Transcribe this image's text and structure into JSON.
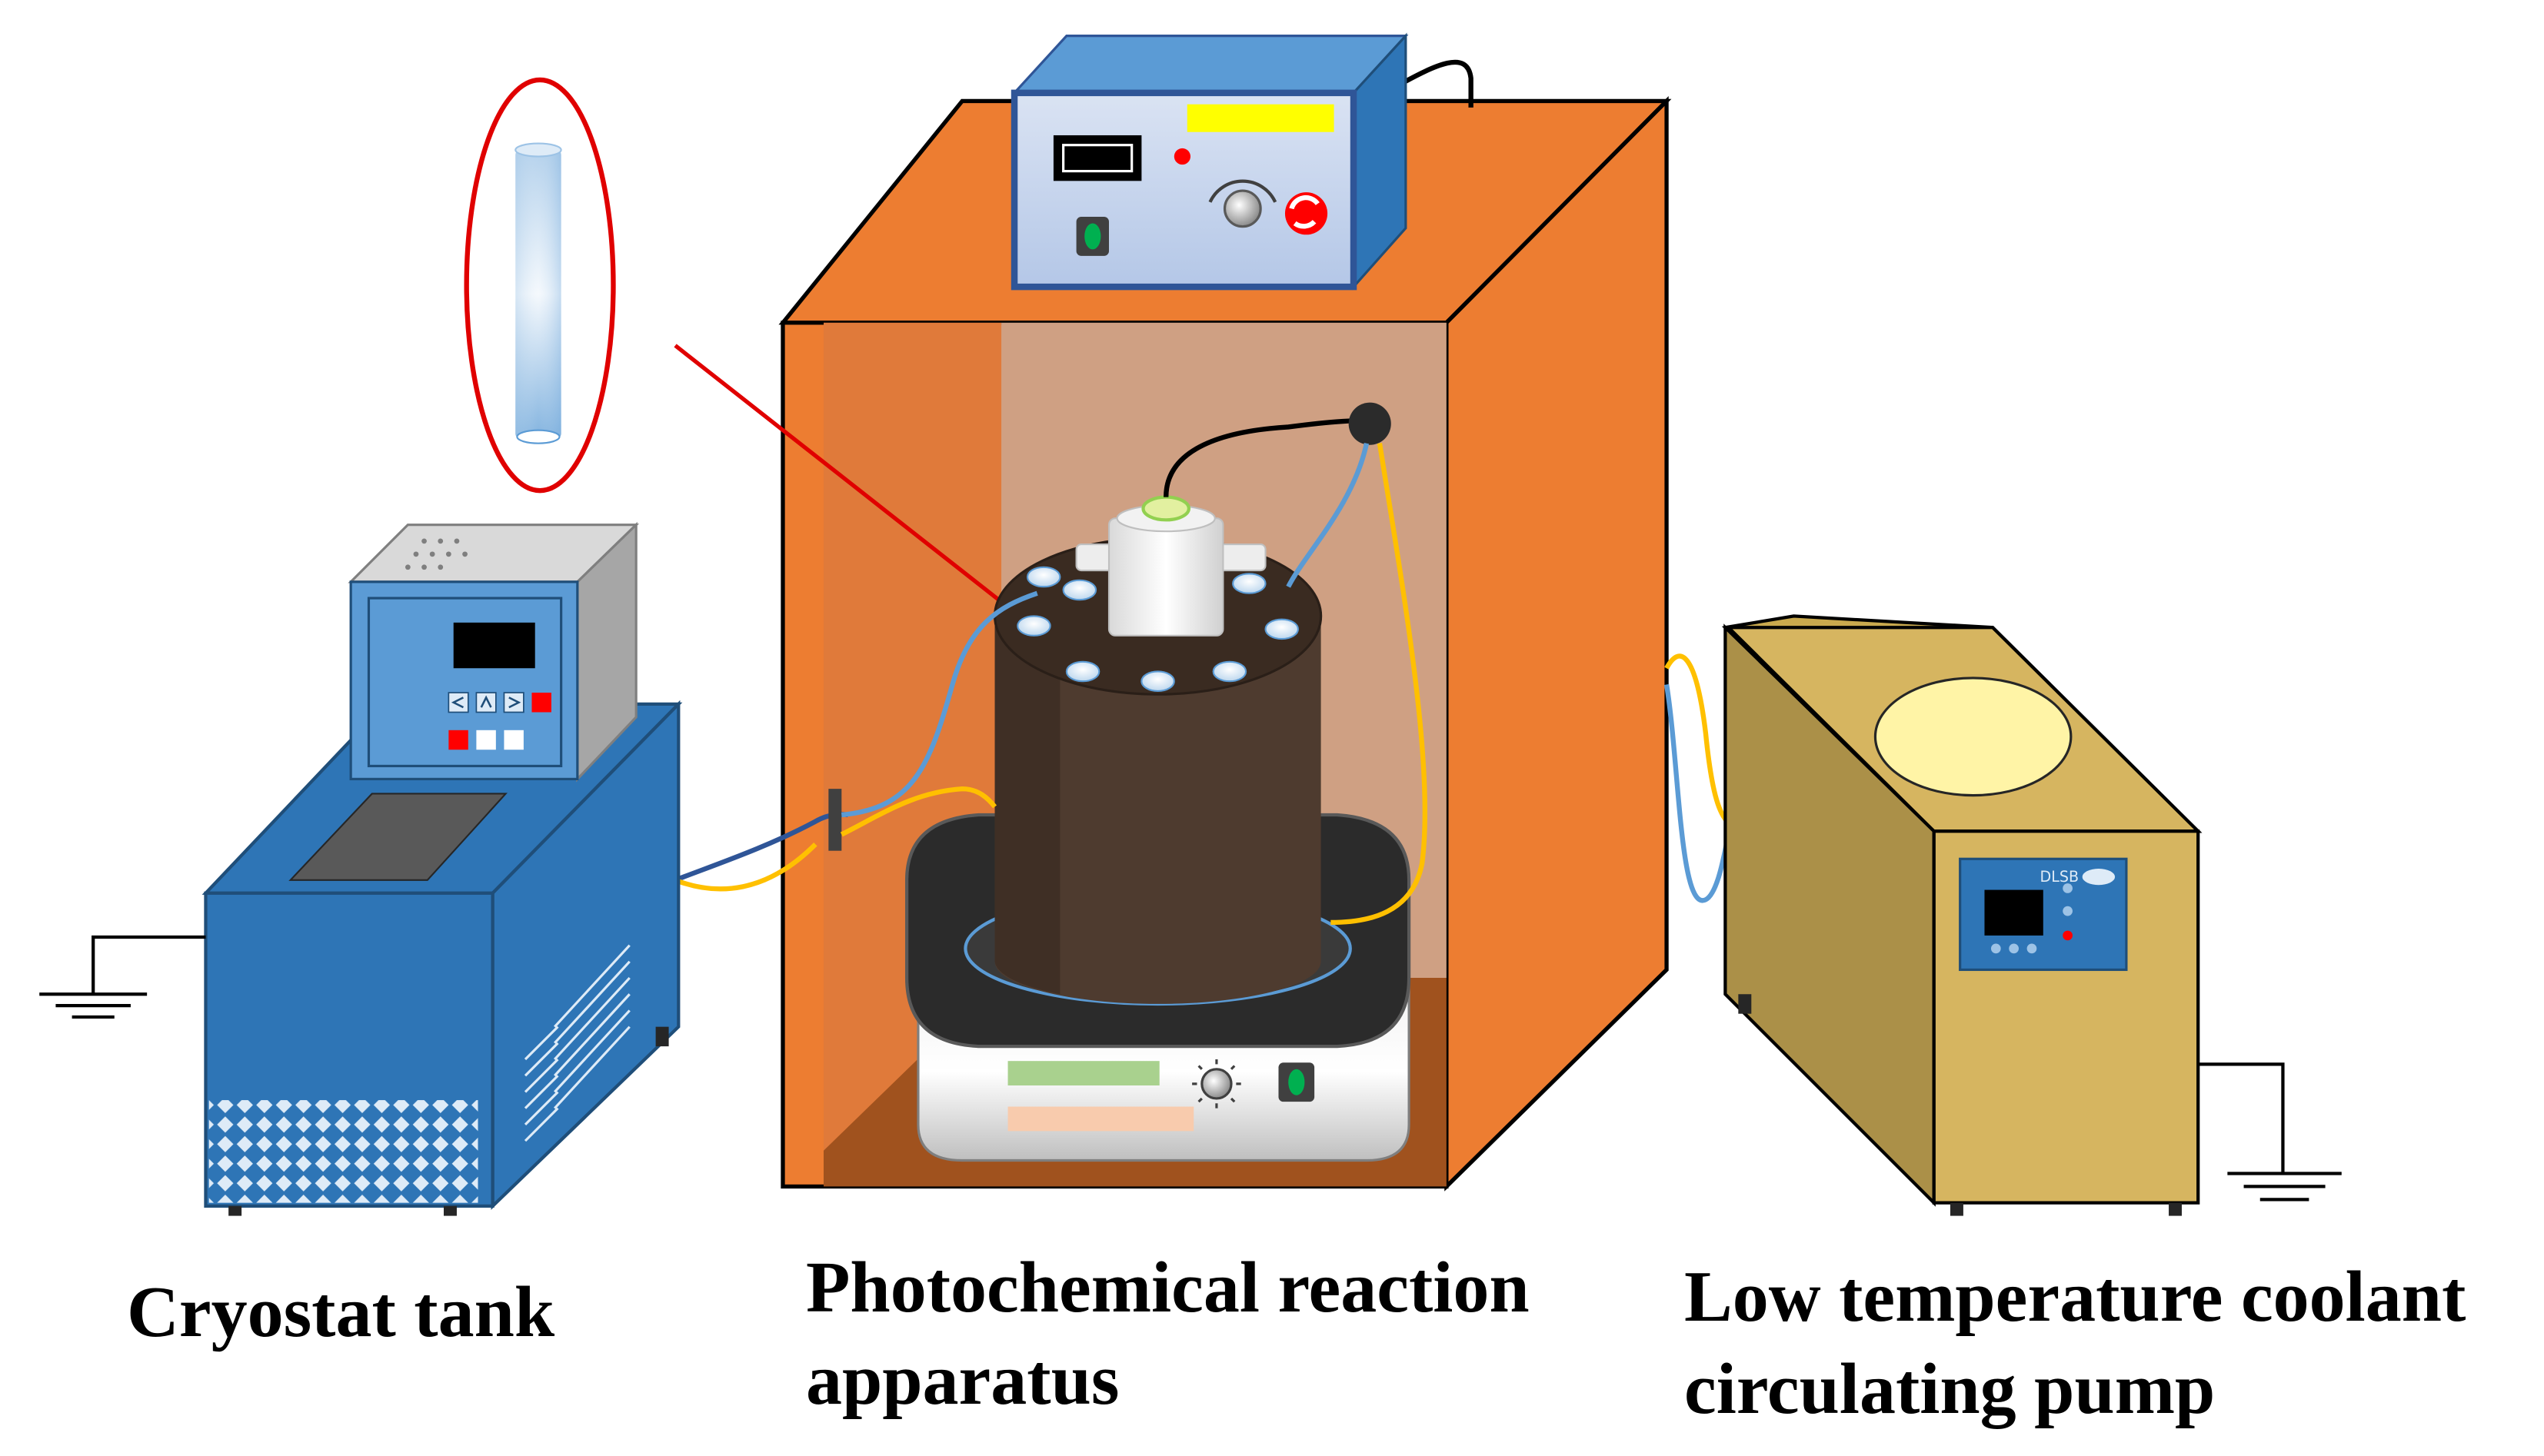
{
  "labels": {
    "cryostat_tank": "Cryostat tank",
    "photochemical_line1": "Photochemical reaction",
    "photochemical_line2": "apparatus",
    "pump_line1": "Low temperature coolant",
    "pump_line2": "circulating pump",
    "pump_brand": "DLSB"
  },
  "colors": {
    "enclosure_orange": "#ED7D31",
    "cryostat_blue": "#2E75B6",
    "pump_tan": "#D6B560",
    "reactor_brown": "#4E3B2F",
    "callout_red": "#E00000",
    "hose_blue": "#5B9BD5",
    "hose_yellow": "#FFC000"
  },
  "icons": {
    "ground_left": "ground-symbol-icon",
    "ground_right": "ground-symbol-icon",
    "power_switch": "green-power-switch-icon",
    "knob": "dial-knob-icon"
  }
}
